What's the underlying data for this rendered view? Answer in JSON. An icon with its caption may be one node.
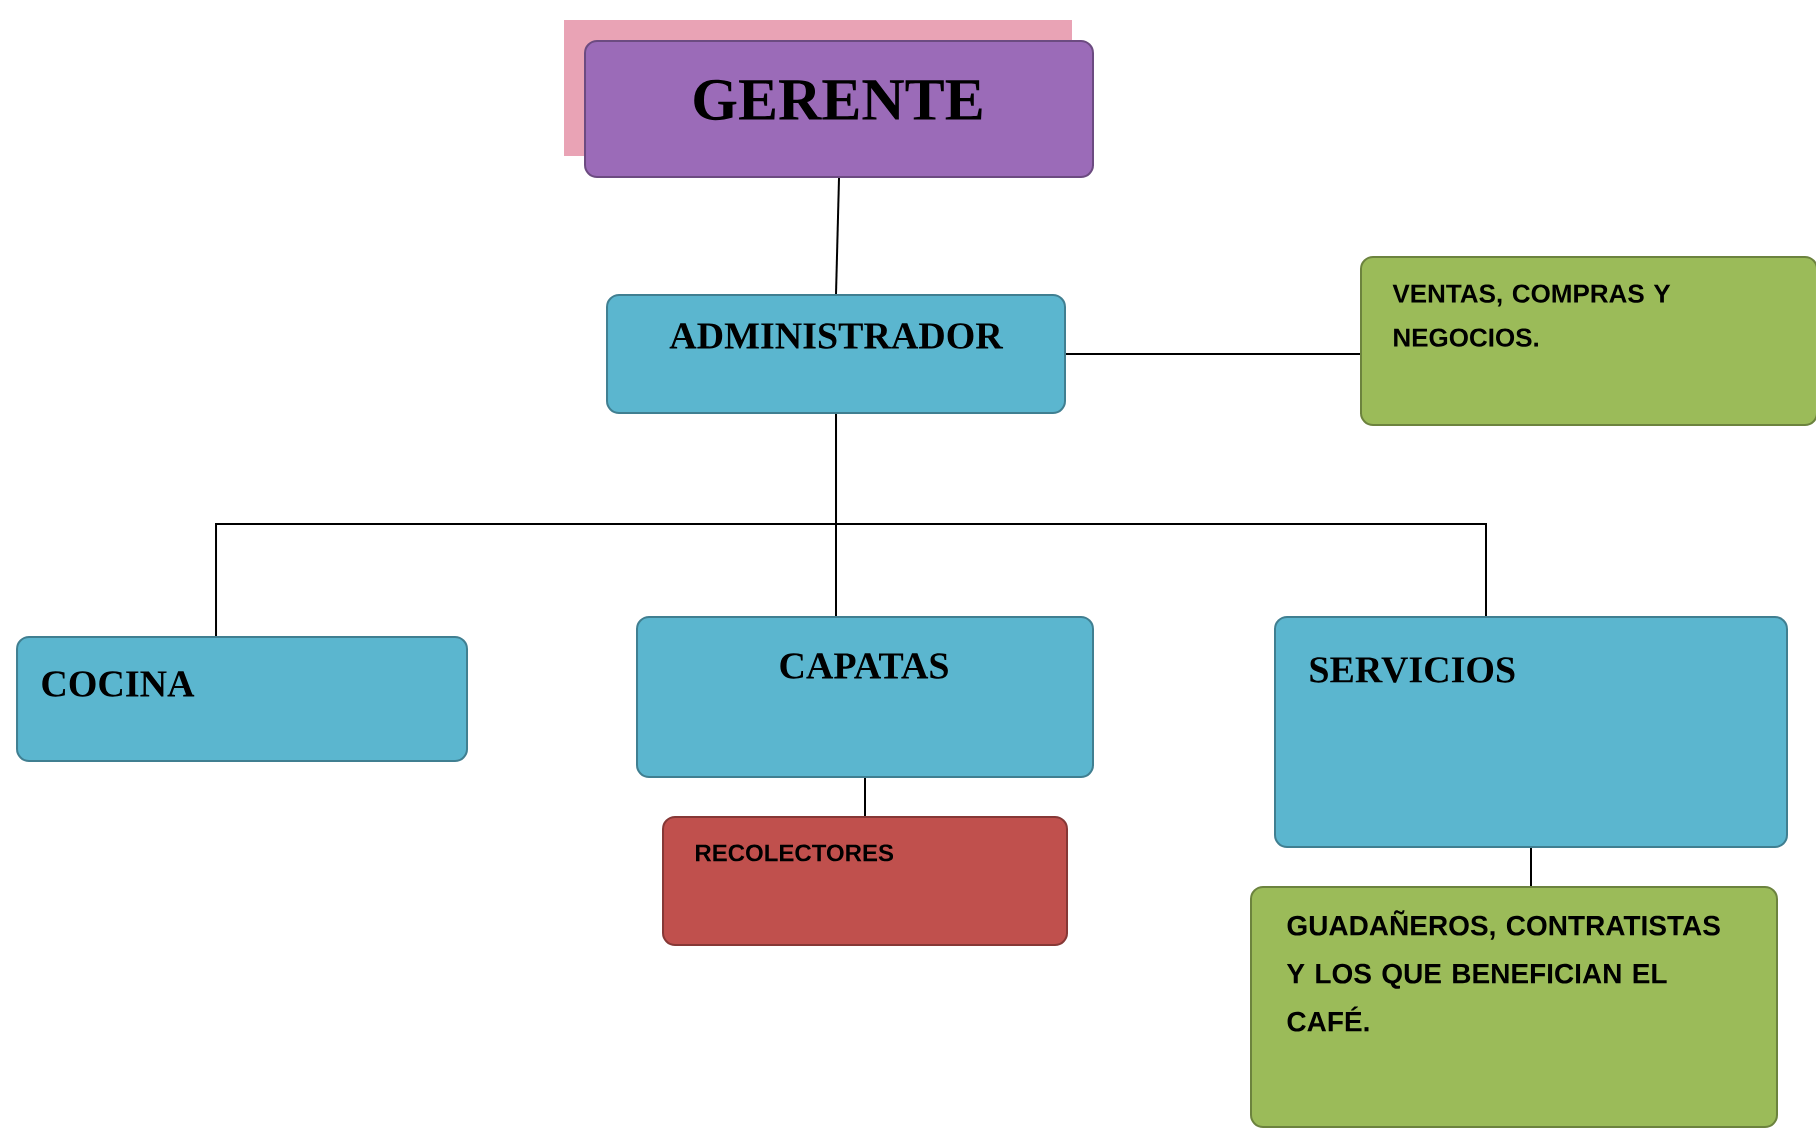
{
  "diagram": {
    "nodes": [
      {
        "text": [
          "GERENTE"
        ]
      },
      {
        "text": [
          "ADMINISTRADOR"
        ]
      },
      {
        "text": [
          "VENTAS, COMPRAS Y NEGOCIOS."
        ]
      },
      {
        "text": [
          "COCINA"
        ]
      },
      {
        "text": [
          "CAPATAS"
        ]
      },
      {
        "text": [
          "SERVICIOS"
        ]
      },
      {
        "text": [
          "RECOLECTORES"
        ]
      },
      {
        "text": [
          "GUADAÑEROS, CONTRATISTAS Y LOS QUE BENEFICIAN EL CAFÉ."
        ]
      }
    ],
    "edges": [
      {
        "from": 0,
        "to": 1,
        "arrow": "none"
      },
      {
        "from": 1,
        "to": 2,
        "arrow": "none"
      },
      {
        "from": 1,
        "to": 3,
        "arrow": "none"
      },
      {
        "from": 1,
        "to": 4,
        "arrow": "none"
      },
      {
        "from": 1,
        "to": 5,
        "arrow": "none"
      },
      {
        "from": 4,
        "to": 6,
        "arrow": "none"
      },
      {
        "from": 5,
        "to": 7,
        "arrow": "none"
      }
    ]
  }
}
